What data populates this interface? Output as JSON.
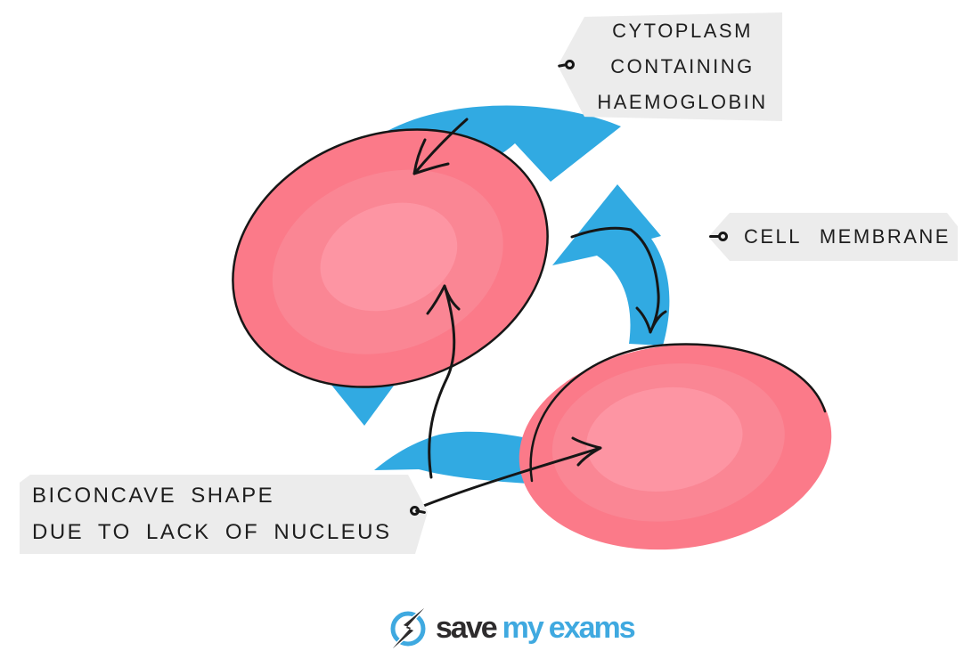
{
  "colors": {
    "background": "#ffffff",
    "blue_arrow": "#31aae2",
    "cell_outer": "#fb7a89",
    "cell_mid": "#fa8694",
    "cell_inner": "#fd95a3",
    "outline_black": "#161616",
    "label_bg": "#ececec",
    "label_text": "#1e1e1e",
    "logo_dark": "#2e2c2d",
    "logo_blue": "#3fa9e0"
  },
  "labels": {
    "cytoplasm": {
      "line1": "CYTOPLASM",
      "line2": "CONTAINING",
      "line3": "HAEMOGLOBIN"
    },
    "cell_membrane": {
      "text": "CELL MEMBRANE"
    },
    "biconcave": {
      "line1": "BICONCAVE SHAPE",
      "line2": "DUE TO LACK OF NUCLEUS"
    }
  },
  "logo": {
    "word_save": "save",
    "word_my": "my",
    "word_exams": "exams"
  },
  "icons": {
    "tag_hole": "tag-hole-circle",
    "lightning": "lightning-bolt",
    "cycle_arrow": "blue-cycle-arrow"
  }
}
